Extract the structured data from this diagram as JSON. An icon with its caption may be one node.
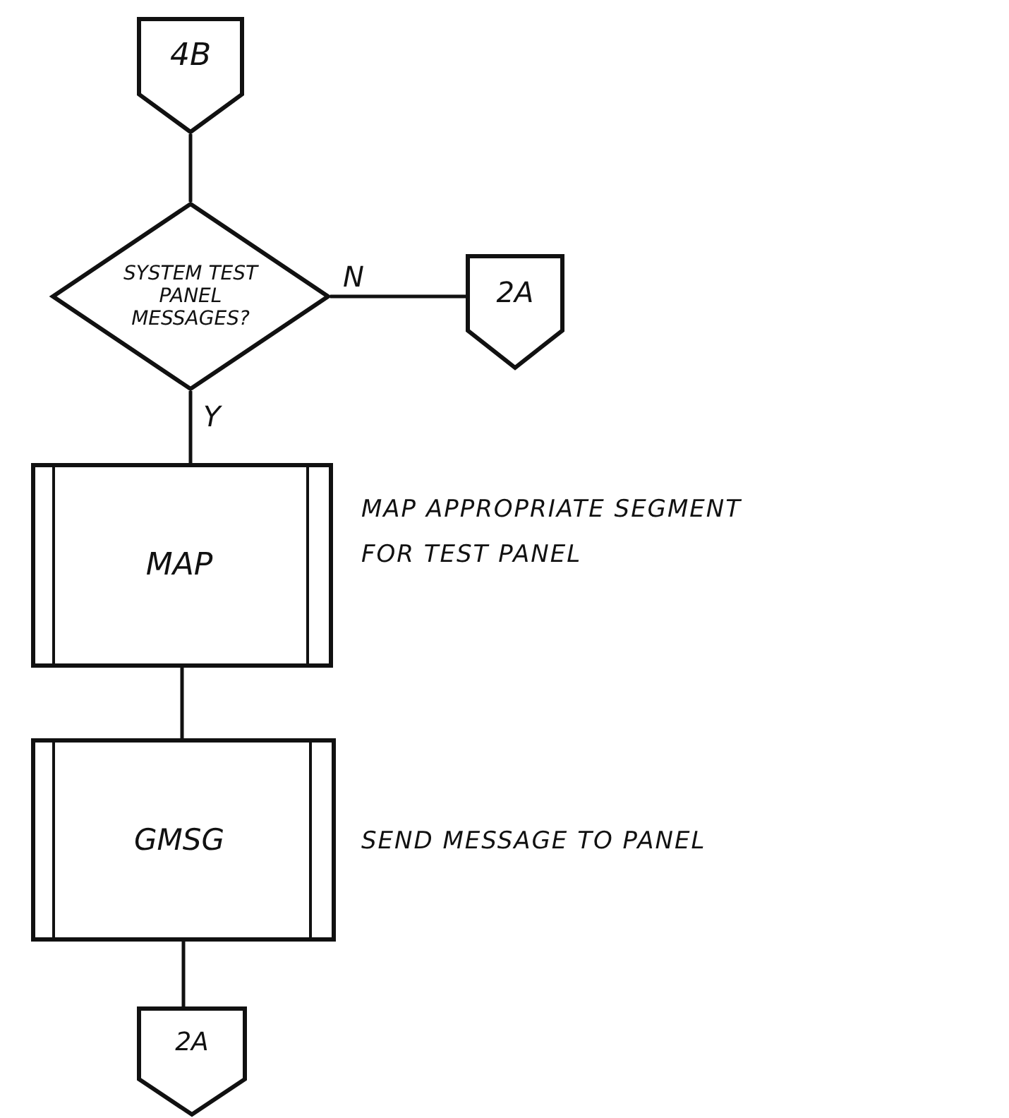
{
  "diagram": {
    "nodes": [
      {
        "text": [
          "4B"
        ]
      },
      {
        "text": [
          "SYSTEM TEST PANEL MESSAGES?"
        ]
      },
      {
        "text": [
          "2A"
        ]
      },
      {
        "text": [
          "MAP"
        ],
        "beside": [
          "MAP APPROPRIATE SEGMENT FOR TEST PANEL"
        ]
      },
      {
        "text": [
          "GMSG"
        ],
        "beside": [
          "SEND MESSAGE TO PANEL"
        ]
      },
      {
        "text": [
          "2A"
        ]
      }
    ],
    "edges": [
      {
        "from": 0,
        "to": 1,
        "arrow": "none"
      },
      {
        "from": 1,
        "to": 2,
        "arrow": "none",
        "label": "N"
      },
      {
        "from": 1,
        "to": 3,
        "arrow": "none",
        "label": "Y"
      },
      {
        "from": 3,
        "to": 4,
        "arrow": "none"
      },
      {
        "from": 4,
        "to": 5,
        "arrow": "none"
      }
    ]
  }
}
